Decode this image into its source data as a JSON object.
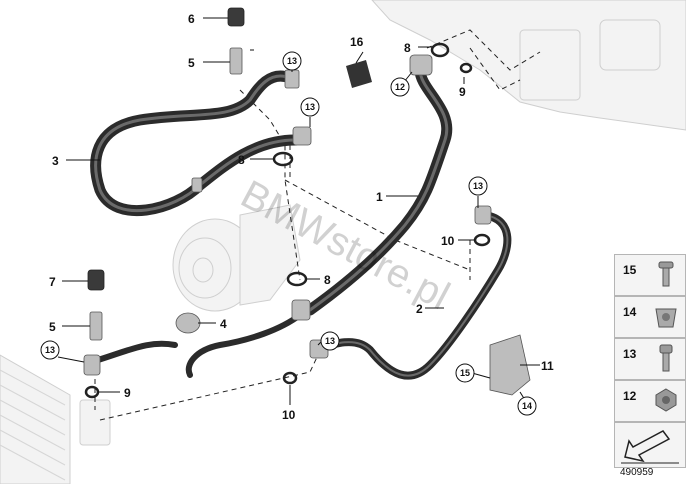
{
  "callouts": {
    "c1": "1",
    "c2": "2",
    "c3": "3",
    "c4": "4",
    "c5a": "5",
    "c5b": "5",
    "c6": "6",
    "c7": "7",
    "c8a": "8",
    "c8b": "8",
    "c8c": "8",
    "c9a": "9",
    "c9b": "9",
    "c10a": "10",
    "c10b": "10",
    "c11": "11",
    "c12": "12",
    "c13a": "13",
    "c13b": "13",
    "c13c": "13",
    "c13d": "13",
    "c13e": "13",
    "c14": "14",
    "c15": "15",
    "c16": "16"
  },
  "legend": [
    {
      "number": "15",
      "icon": "screw-icon"
    },
    {
      "number": "14",
      "icon": "clip-nut-icon"
    },
    {
      "number": "13",
      "icon": "bolt-icon"
    },
    {
      "number": "12",
      "icon": "hex-nut-icon"
    }
  ],
  "reference_number": "490959",
  "watermark": "BMWstore.pl",
  "colors": {
    "hose": "#2b2b2b",
    "ghost_part": "#f3f3f3",
    "legend_bg": "#f4f4f4"
  }
}
